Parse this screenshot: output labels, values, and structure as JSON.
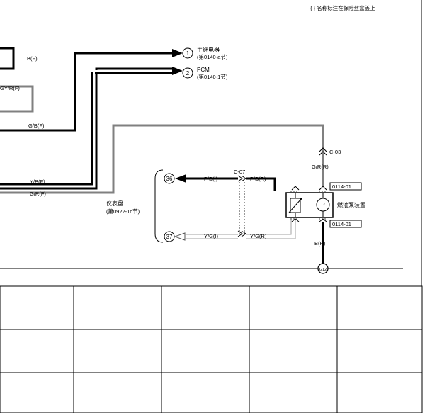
{
  "header_note": "{ } 名称标注在保险丝盒盖上",
  "wires": {
    "bf": "B(F)",
    "gyrf": "GY/R(F)",
    "gbf": "G/B(F)",
    "ybf": "Y/B(F)",
    "grf": "G/R(F)",
    "pbi": "P/B(I)",
    "pbr": "P/B(R)",
    "ygi": "Y/G(I)",
    "ygr": "Y/G(R)",
    "grr": "G/R(R)",
    "br": "B(R)"
  },
  "connectors": {
    "c07": "C-07",
    "c03": "C-03",
    "ref_top": "0114-01",
    "ref_bottom": "0114-01",
    "ground": "G12"
  },
  "refs": {
    "r1": {
      "num": "1",
      "name": "主继电器",
      "page": "(第0140-a节)"
    },
    "r2": {
      "num": "2",
      "name": "PCM",
      "page": "(第0140-1节)"
    },
    "r36": "36",
    "r37": "37"
  },
  "instrument": {
    "name": "仪表盘",
    "page": "(第0922-1c节)"
  },
  "fuel_pump": {
    "name": "燃油泵装置",
    "pump_symbol": "P"
  }
}
